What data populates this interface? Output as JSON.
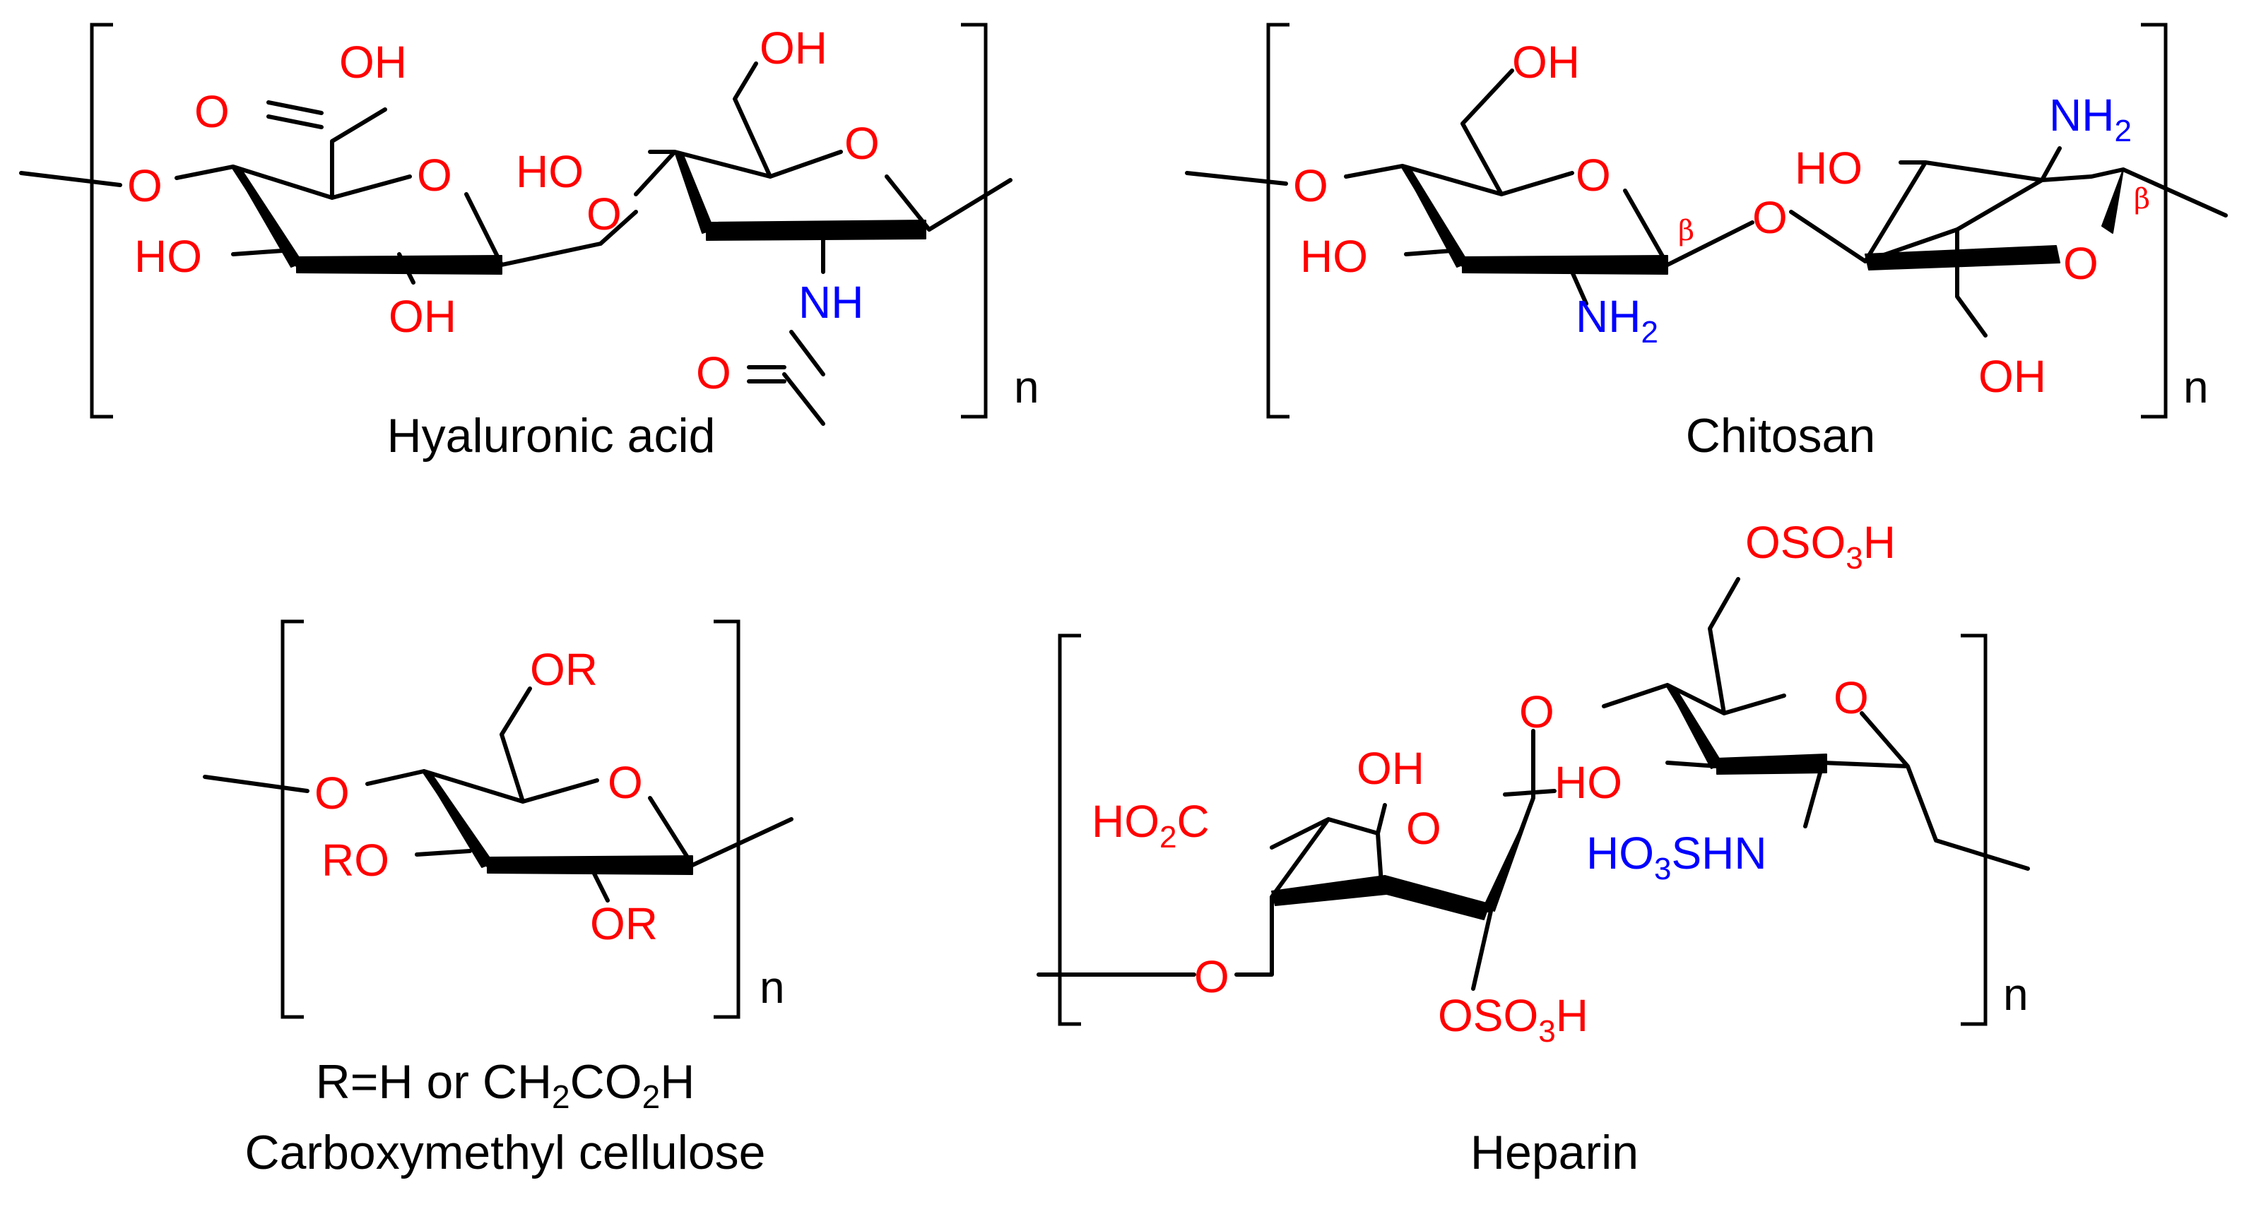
{
  "structures": {
    "hyaluronic_acid": {
      "name": "Hyaluronic acid",
      "labels": {
        "oh_top": "OH",
        "o_carbonyl": "O",
        "o_bridge_left": "O",
        "o_ring_1": "O",
        "ho_left": "HO",
        "oh_bottom": "OH",
        "o_glyco": "O",
        "oh_ch2": "OH",
        "ho_ring2": "HO",
        "o_ring_2": "O",
        "nh": "NH",
        "o_amide": "O",
        "n": "n"
      }
    },
    "chitosan": {
      "name": "Chitosan",
      "labels": {
        "oh_top": "OH",
        "o_bridge_left": "O",
        "o_ring_1": "O",
        "ho_left": "HO",
        "nh2_bottom": "NH",
        "nh2_bottom_sub": "2",
        "beta_1": "β",
        "o_glyco": "O",
        "ho_ring2": "HO",
        "nh2_top": "NH",
        "nh2_top_sub": "2",
        "beta_2": "β",
        "o_ring_2": "O",
        "oh_bottom": "OH",
        "n": "n"
      }
    },
    "carboxymethyl_cellulose": {
      "name": "Carboxymethyl cellulose",
      "substituent_note": {
        "prefix": "R=H or CH",
        "s1": "2",
        "mid": "CO",
        "s2": "2",
        "suffix": "H"
      },
      "labels": {
        "or_top": "OR",
        "o_bridge": "O",
        "o_ring": "O",
        "ro_left": "RO",
        "or_bottom": "OR",
        "n": "n"
      }
    },
    "heparin": {
      "name": "Heparin",
      "labels": {
        "oso3h_top": "OSO",
        "oso3h_top_sub": "3",
        "oso3h_top_h": "H",
        "o_glyco": "O",
        "o_ring_2": "O",
        "ho_ring2": "HO",
        "ho3shn": "HO",
        "ho3shn_sub": "3",
        "ho3shn_rest": "SHN",
        "oh_top": "OH",
        "ho2c": "HO",
        "ho2c_sub": "2",
        "ho2c_c": "C",
        "o_ring_1": "O",
        "o_bridge": "O",
        "oso3h_bot": "OSO",
        "oso3h_bot_sub": "3",
        "oso3h_bot_h": "H",
        "n": "n"
      }
    }
  }
}
